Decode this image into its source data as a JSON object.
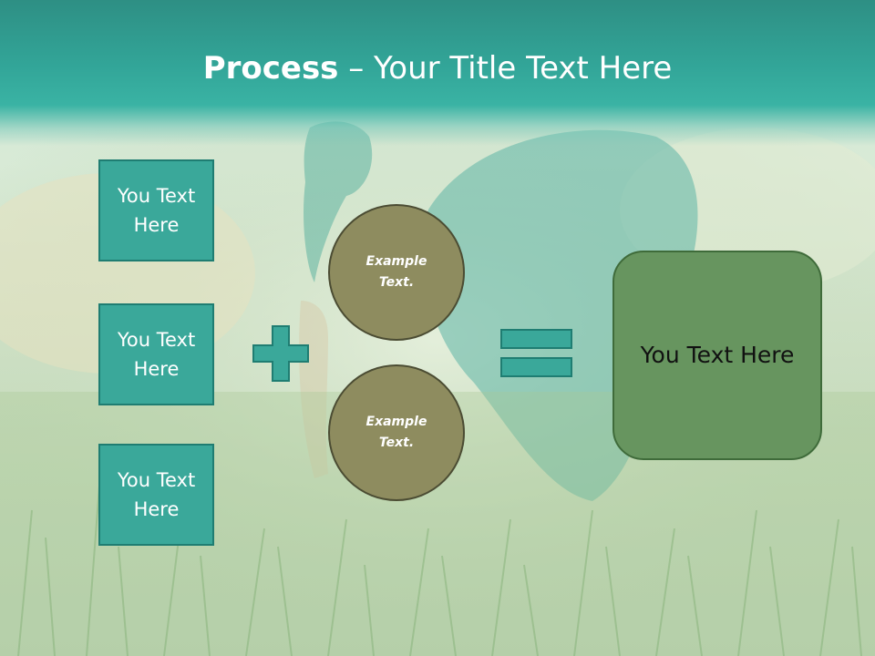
{
  "slide": {
    "title_bold": "Process",
    "title_rest": " – Your Title Text Here"
  },
  "left_boxes": [
    {
      "label": "You Text Here"
    },
    {
      "label": "You Text Here"
    },
    {
      "label": "You Text Here"
    }
  ],
  "circles": [
    {
      "label": "Example Text."
    },
    {
      "label": "Example Text."
    }
  ],
  "result": {
    "label": "You Text Here"
  },
  "colors": {
    "title_band": "#32a598",
    "teal_box": "#3aa89a",
    "circle": "#8e8c5f",
    "result_box": "#67955f",
    "icon_fill": "#3aa89a"
  },
  "icons": {
    "operator_1": "plus-icon",
    "operator_2": "equals-icon"
  }
}
